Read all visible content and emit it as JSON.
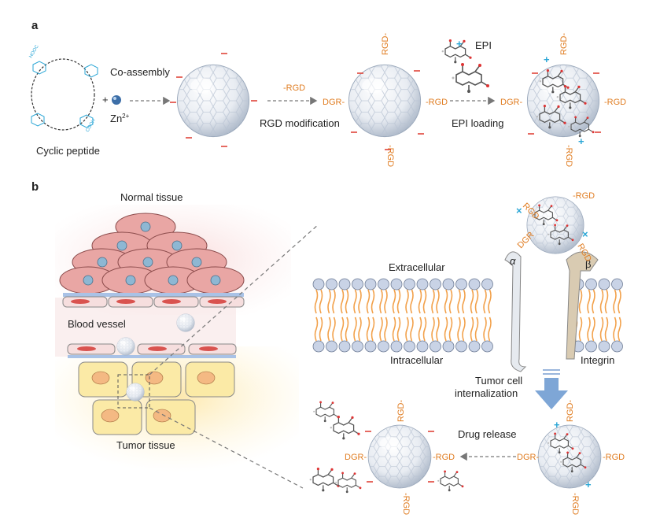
{
  "panel_a": {
    "label": "a",
    "cyclic_peptide": "Cyclic peptide",
    "peptide_groups": [
      "HOOC",
      "COOH"
    ],
    "co_assembly": "Co-assembly",
    "zn": "Zn",
    "zn_charge": "2+",
    "rgd_mod_tag": "-RGD",
    "rgd_modification": "RGD modification",
    "epi": "EPI",
    "epi_loading": "EPI loading",
    "rgd": "RGD",
    "rgd_dash_left": "-RGD",
    "rgd_dash_right": "RGD-",
    "dgr_dash": "DGR-"
  },
  "panel_b": {
    "label": "b",
    "normal_tissue": "Normal tissue",
    "blood_vessel": "Blood vessel",
    "tumor_tissue": "Tumor tissue",
    "extracellular": "Extracellular",
    "intracellular": "Intracellular",
    "alpha": "α",
    "beta": "β",
    "integrin": "Integrin",
    "tumor_cell": "Tumor cell",
    "internalization": "internalization",
    "drug_release": "Drug release",
    "dgr": "DGR",
    "rgd": "RGD"
  },
  "colors": {
    "rgd_orange": "#e07d22",
    "charge_red": "#e0453a",
    "cation_blue": "#2aa6d6",
    "arrow_blue": "#7ea6d6",
    "lipid_head": "#c9d3e6",
    "lipid_tail": "#f2a14b"
  }
}
